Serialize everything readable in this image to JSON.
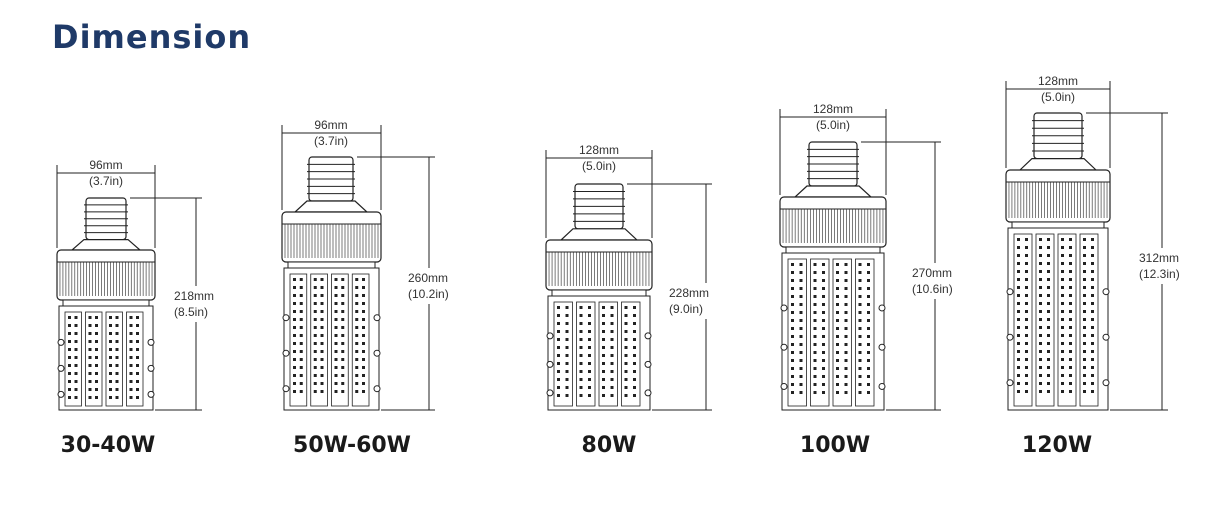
{
  "title": "Dimension",
  "colors": {
    "title": "#1f3a68",
    "line": "#222222",
    "text": "#333333"
  },
  "lamps": [
    {
      "label": "30-40W",
      "width_mm": "96mm",
      "width_in": "(3.7in)",
      "height_mm": "218mm",
      "height_in": "(8.5in)"
    },
    {
      "label": "50W-60W",
      "width_mm": "96mm",
      "width_in": "(3.7in)",
      "height_mm": "260mm",
      "height_in": "(10.2in)"
    },
    {
      "label": "80W",
      "width_mm": "128mm",
      "width_in": "(5.0in)",
      "height_mm": "228mm",
      "height_in": "(9.0in)"
    },
    {
      "label": "100W",
      "width_mm": "128mm",
      "width_in": "(5.0in)",
      "height_mm": "270mm",
      "height_in": "(10.6in)"
    },
    {
      "label": "120W",
      "width_mm": "128mm",
      "width_in": "(5.0in)",
      "height_mm": "312mm",
      "height_in": "(12.3in)"
    }
  ]
}
